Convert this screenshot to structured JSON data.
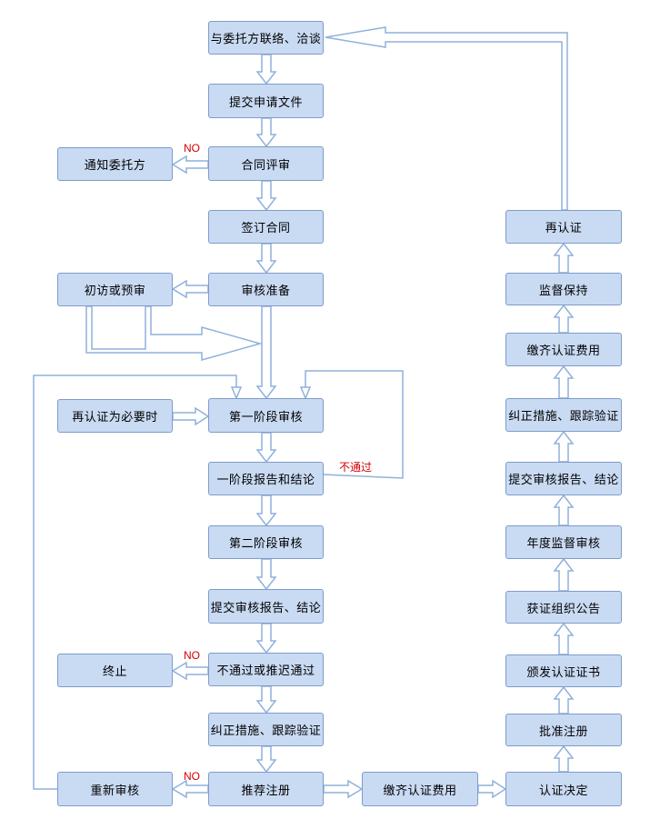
{
  "left_column": {
    "contact": "与委托方联络、洽谈",
    "submit_application": "提交申请文件",
    "contract_review": "合同评审",
    "sign_contract": "签订合同",
    "audit_prep": "审核准备",
    "stage1_audit": "第一阶段审核",
    "stage1_report": "一阶段报告和结论",
    "stage2_audit": "第二阶段审核",
    "submit_report": "提交审核报告、结论",
    "fail_or_delay": "不通过或推迟通过",
    "corrective": "纠正措施、跟踪验证",
    "recommend": "推荐注册"
  },
  "side_boxes": {
    "notify_client": "通知委托方",
    "initial_visit": "初访或预审",
    "recert_when_needed": "再认证为必要时",
    "terminate": "终止",
    "re_audit": "重新审核",
    "pay_fee_bottom": "缴齐认证费用"
  },
  "right_column": {
    "recert": "再认证",
    "surveillance": "监督保持",
    "pay_fee": "缴齐认证费用",
    "corrective": "纠正措施、跟踪验证",
    "submit_report": "提交审核报告、结论",
    "annual_audit": "年度监督审核",
    "publish": "获证组织公告",
    "issue_cert": "颁发认证证书",
    "approve_reg": "批准注册",
    "decision": "认证决定"
  },
  "labels": {
    "no_1": "NO",
    "fail": "不通过",
    "no_2": "NO",
    "no_3": "NO"
  },
  "colors": {
    "box_fill": "#c9daf3",
    "box_border": "#7e9cc9",
    "arrow": "#8fb1db",
    "label": "#d40000"
  }
}
